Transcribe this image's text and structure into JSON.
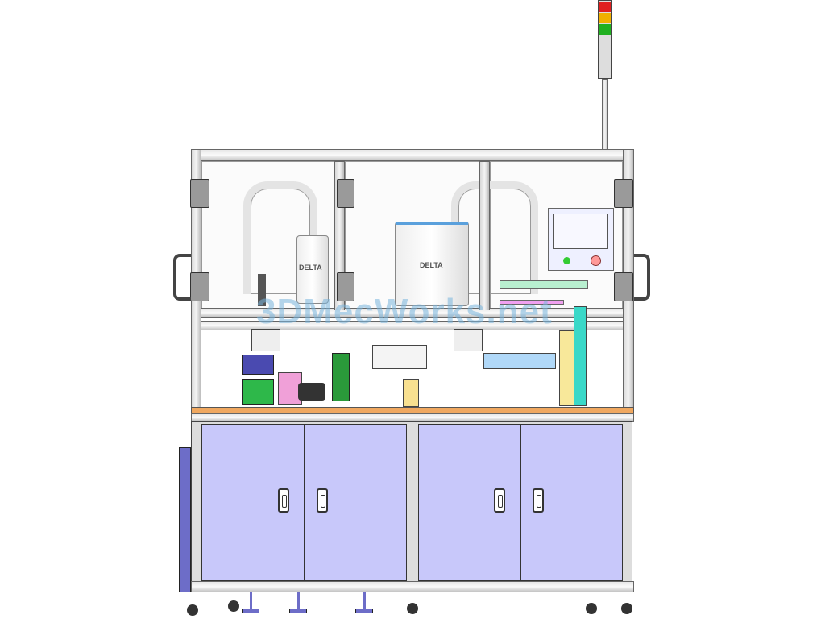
{
  "watermark": "3DMecWorks.net",
  "robots": [
    {
      "brand": "DELTA"
    },
    {
      "brand": "DELTA"
    }
  ],
  "colors": {
    "cabinet_door": "#c8c8fa",
    "work_plate": "#f0a860",
    "tower_red": "#e02020",
    "tower_yellow": "#f0b000",
    "tower_green": "#20b020",
    "watermark": "#78b4dc"
  },
  "tower_light": [
    "red",
    "yellow",
    "green"
  ],
  "hmi": {
    "buttons": [
      "green-button",
      "red-button"
    ]
  }
}
